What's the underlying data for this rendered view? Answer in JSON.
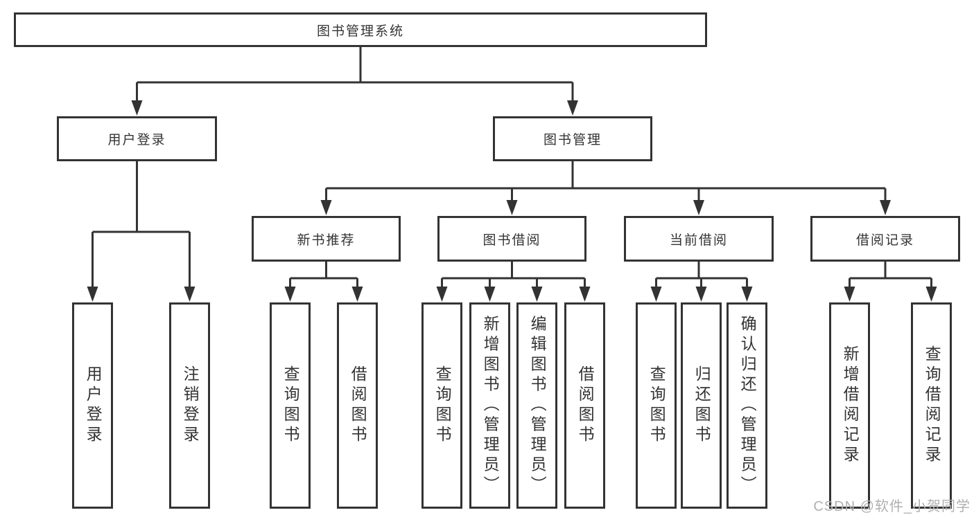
{
  "diagram": {
    "root": {
      "label": "图书管理系统"
    },
    "branches": [
      {
        "label": "用户登录",
        "children": [
          {
            "label": "用户登录"
          },
          {
            "label": "注销登录"
          }
        ]
      },
      {
        "label": "图书管理",
        "children": [
          {
            "label": "新书推荐",
            "children": [
              {
                "label": "查询图书"
              },
              {
                "label": "借阅图书"
              }
            ]
          },
          {
            "label": "图书借阅",
            "children": [
              {
                "label": "查询图书"
              },
              {
                "label": "新增图书（管理员）"
              },
              {
                "label": "编辑图书（管理员）"
              },
              {
                "label": "借阅图书"
              }
            ]
          },
          {
            "label": "当前借阅",
            "children": [
              {
                "label": "查询图书"
              },
              {
                "label": "归还图书"
              },
              {
                "label": "确认归还（管理员）"
              }
            ]
          },
          {
            "label": "借阅记录",
            "children": [
              {
                "label": "新增借阅记录"
              },
              {
                "label": "查询借阅记录"
              }
            ]
          }
        ]
      }
    ],
    "watermark": "CSDN @软件_小贺同学",
    "colors": {
      "line": "#333333",
      "text": "#333333",
      "watermark": "#b0b0b0",
      "background": "#ffffff"
    }
  }
}
